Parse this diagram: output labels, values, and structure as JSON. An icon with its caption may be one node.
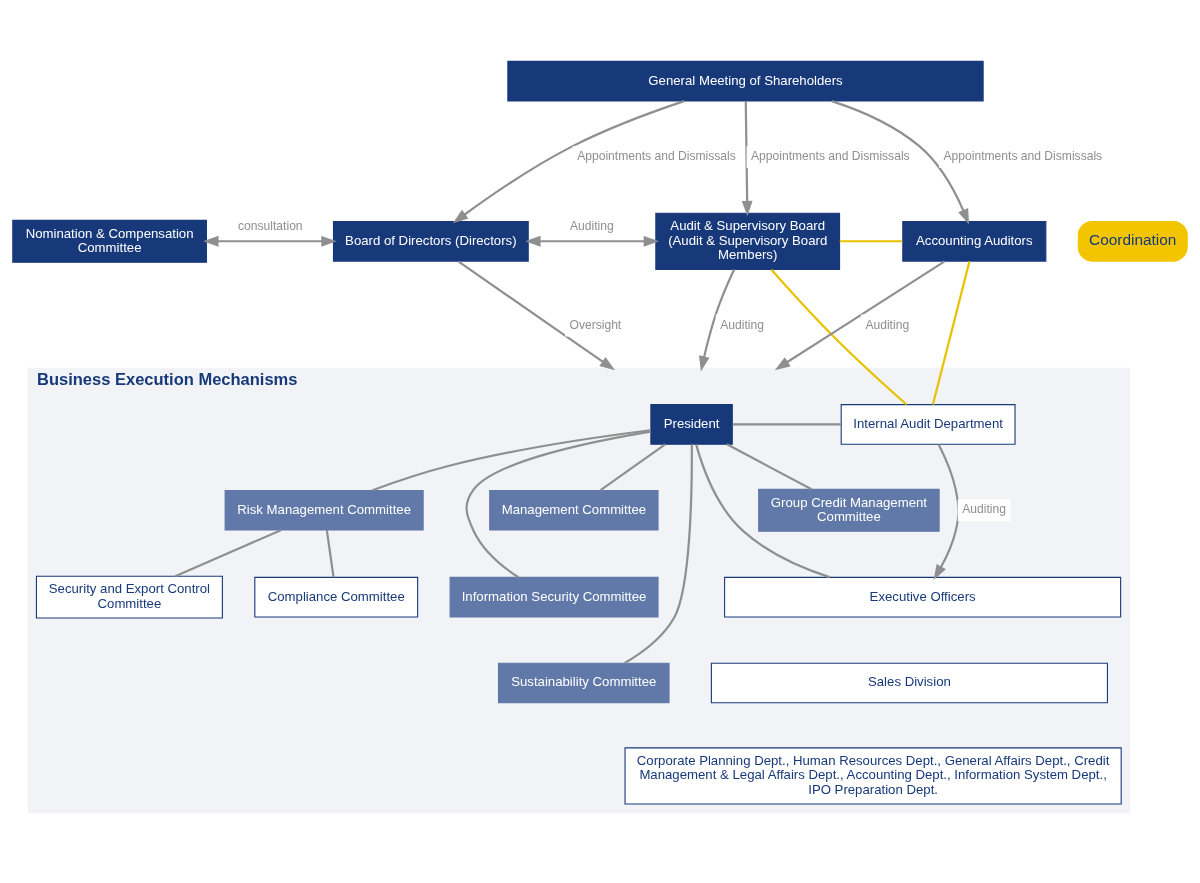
{
  "diagram": {
    "nodes": [
      {
        "text": [
          "General Meeting of Shareholders"
        ]
      },
      {
        "text": [
          "Nomination & Compensation Committee"
        ]
      },
      {
        "text": [
          "Board of Directors (Directors)"
        ]
      },
      {
        "text": [
          "Audit & Supervisory Board (Audit & Supervisory Board Members)"
        ]
      },
      {
        "text": [
          "Accounting Auditors"
        ]
      },
      {
        "text": [
          "Coordination"
        ]
      },
      {
        "text": [
          "Business Execution Mechanisms"
        ]
      },
      {
        "text": [
          "President"
        ],
        "in": 6
      },
      {
        "text": [
          "Internal Audit Department"
        ],
        "in": 6
      },
      {
        "text": [
          "Management Committee"
        ],
        "in": 6
      },
      {
        "text": [
          "Information Security Committee"
        ],
        "in": 6
      },
      {
        "text": [
          "Sustainability Committee"
        ],
        "in": 6
      },
      {
        "text": [
          "Risk Management Committee"
        ],
        "in": 6
      },
      {
        "text": [
          "Group Credit Management Committee"
        ],
        "in": 6
      },
      {
        "text": [
          "Compliance Committee"
        ],
        "in": 6
      },
      {
        "text": [
          "Security and Export Control Committee"
        ],
        "in": 6
      },
      {
        "text": [
          "Executive Officers"
        ],
        "in": 6
      },
      {
        "text": [
          "Sales Division"
        ],
        "in": 6
      },
      {
        "text": [
          "Corporate Planning Dept., Human Resources Dept., General Affairs Dept., Credit Management & Legal Affairs Dept., Accounting Dept., Information System Dept., IPO Preparation Dept."
        ],
        "in": 6
      }
    ],
    "edges": [
      {
        "from": 0,
        "to": 2,
        "arrow": "to",
        "label": "Appointments and Dismissals"
      },
      {
        "from": 0,
        "to": 3,
        "arrow": "to",
        "label": "Appointments and Dismissals"
      },
      {
        "from": 0,
        "to": 4,
        "arrow": "to",
        "label": "Appointments and Dismissals"
      },
      {
        "from": 1,
        "to": 2,
        "arrow": "both",
        "label": "consultation"
      },
      {
        "from": 2,
        "to": 3,
        "arrow": "both",
        "label": "Auditing"
      },
      {
        "from": 2,
        "to": 6,
        "arrow": "to",
        "label": "Oversight"
      },
      {
        "from": 3,
        "to": 6,
        "arrow": "to",
        "label": "Auditing"
      },
      {
        "from": 4,
        "to": 6,
        "arrow": "to",
        "label": "Auditing"
      },
      {
        "from": 3,
        "to": 4,
        "arrow": "none",
        "color": "#e8c200"
      },
      {
        "from": 3,
        "to": 8,
        "arrow": "none",
        "color": "#e8c200"
      },
      {
        "from": 4,
        "to": 8,
        "arrow": "none",
        "color": "#e8c200"
      },
      {
        "from": 8,
        "to": 7,
        "arrow": "none"
      },
      {
        "from": 8,
        "to": 16,
        "arrow": "to",
        "label": "Auditing"
      },
      {
        "from": 7,
        "to": 9,
        "arrow": "none"
      },
      {
        "from": 7,
        "to": 10,
        "arrow": "none"
      },
      {
        "from": 7,
        "to": 11,
        "arrow": "none"
      },
      {
        "from": 7,
        "to": 12,
        "arrow": "none"
      },
      {
        "from": 7,
        "to": 13,
        "arrow": "none"
      },
      {
        "from": 7,
        "to": 16,
        "arrow": "none"
      },
      {
        "from": 12,
        "to": 14,
        "arrow": "none"
      },
      {
        "from": 12,
        "to": 15,
        "arrow": "none"
      }
    ]
  }
}
